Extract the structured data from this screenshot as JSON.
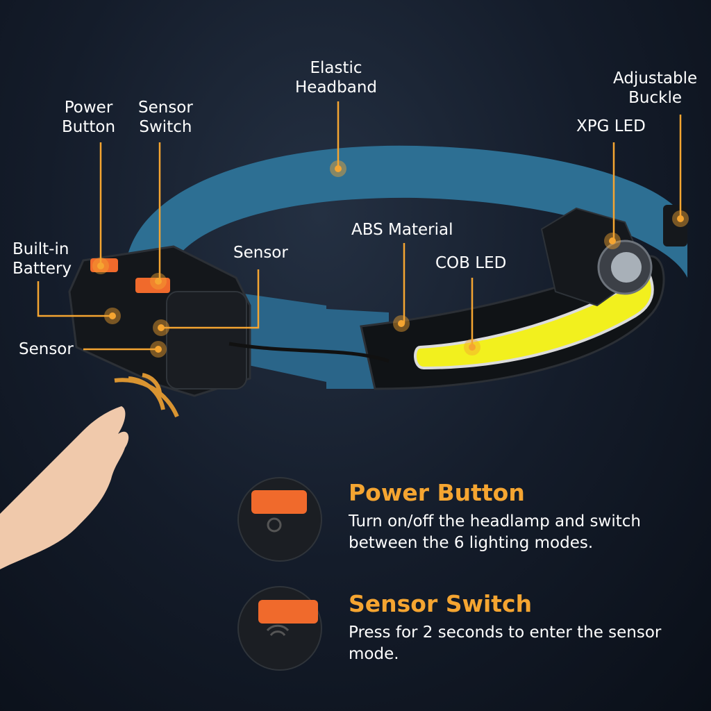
{
  "callouts": {
    "elastic_headband": "Elastic\nHeadband",
    "adjustable_buckle": "Adjustable\nBuckle",
    "xpg_led": "XPG LED",
    "power_button": "Power\nButton",
    "sensor_switch": "Sensor\nSwitch",
    "built_in_battery": "Built-in\nBattery",
    "sensor_right": "Sensor",
    "sensor_left": "Sensor",
    "abs_material": "ABS Material",
    "cob_led": "COB LED"
  },
  "features": [
    {
      "title": "Power Button",
      "description": "Turn on/off the headlamp and switch between the 6 lighting modes."
    },
    {
      "title": "Sensor Switch",
      "description": "Press for 2 seconds to enter the sensor mode."
    }
  ],
  "colors": {
    "accent": "#f5a531",
    "band": "#2d6f93",
    "cob": "#f2f01e",
    "button": "#f06a2c"
  }
}
